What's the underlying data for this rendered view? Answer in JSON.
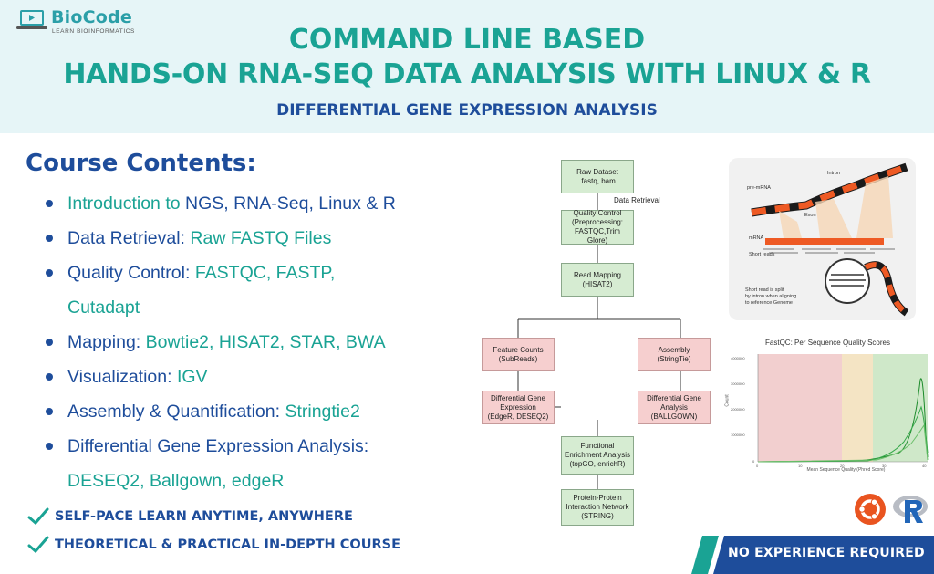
{
  "brand": {
    "name": "BioCode",
    "tagline": "LEARN BIOINFORMATICS"
  },
  "header": {
    "title_line1": "COMMAND LINE BASED",
    "title_line2": "HANDS-ON RNA-SEQ DATA ANALYSIS WITH LINUX & R",
    "subtitle": "DIFFERENTIAL GENE EXPRESSION ANALYSIS"
  },
  "course": {
    "heading": "Course Contents:",
    "items": [
      {
        "a": "Introduction to ",
        "b": "NGS, RNA-Seq, Linux & R",
        "a_teal": true
      },
      {
        "a": "Data Retrieval: ",
        "b": "Raw FASTQ Files"
      },
      {
        "a": "Quality Control: ",
        "b": "FASTQC, FASTP,"
      },
      {
        "a": "",
        "b": "Cutadapt"
      },
      {
        "a": "Mapping: ",
        "b": "Bowtie2, HISAT2, STAR, BWA"
      },
      {
        "a": "Visualization: ",
        "b": "IGV"
      },
      {
        "a": "Assembly & Quantification: ",
        "b": "Stringtie2"
      },
      {
        "a": "Differential Gene Expression Analysis:",
        "b": ""
      },
      {
        "a": "",
        "b": "DESEQ2, Ballgown, edgeR"
      }
    ]
  },
  "features": {
    "line1": "SELF-PACE LEARN ANYTIME, ANYWHERE",
    "line2": "THEORETICAL & PRACTICAL IN-DEPTH COURSE"
  },
  "flowchart": {
    "raw": "Raw Dataset\n.fastq, bam",
    "retrieval_label": "Data Retrieval",
    "qc": "Quality Control\n(Preprocessing:\nFASTQC,Trim Glore)",
    "mapping": "Read Mapping\n(HISAT2)",
    "feature_counts": "Feature Counts\n(SubReads)",
    "assembly": "Assembly\n(StringTie)",
    "dge_left": "Differential Gene\nExpression\n(EdgeR, DESEQ2)",
    "dge_right": "Differential Gene\nAnalysis\n(BALLGOWN)",
    "enrichment": "Functional\nEnrichment Analysis\n(topGO, enrichR)",
    "ppi": "Protein-Protein\nInteraction Network\n(STRING)"
  },
  "rna_figure": {
    "premrna": "pre-mRNA",
    "intron": "Intron",
    "exon": "Exon",
    "mrna": "mRNA",
    "short_reads": "Short reads",
    "note": "Short read is split\nby intron when aligning\nto reference Genome"
  },
  "qc_chart": {
    "title": "FastQC: Per Sequence Quality Scores",
    "xlabel": "Mean Sequence Quality (Phred Score)",
    "ylabel": "Count",
    "yticks": [
      "4000000",
      "3000000",
      "2000000",
      "1000000",
      "0"
    ],
    "xticks": [
      "0",
      "10",
      "20",
      "30",
      "40"
    ]
  },
  "banner": {
    "text": "NO EXPERIENCE REQUIRED"
  },
  "colors": {
    "teal": "#1aa394",
    "navy": "#1e4d9b",
    "header_bg": "#e6f5f7"
  }
}
